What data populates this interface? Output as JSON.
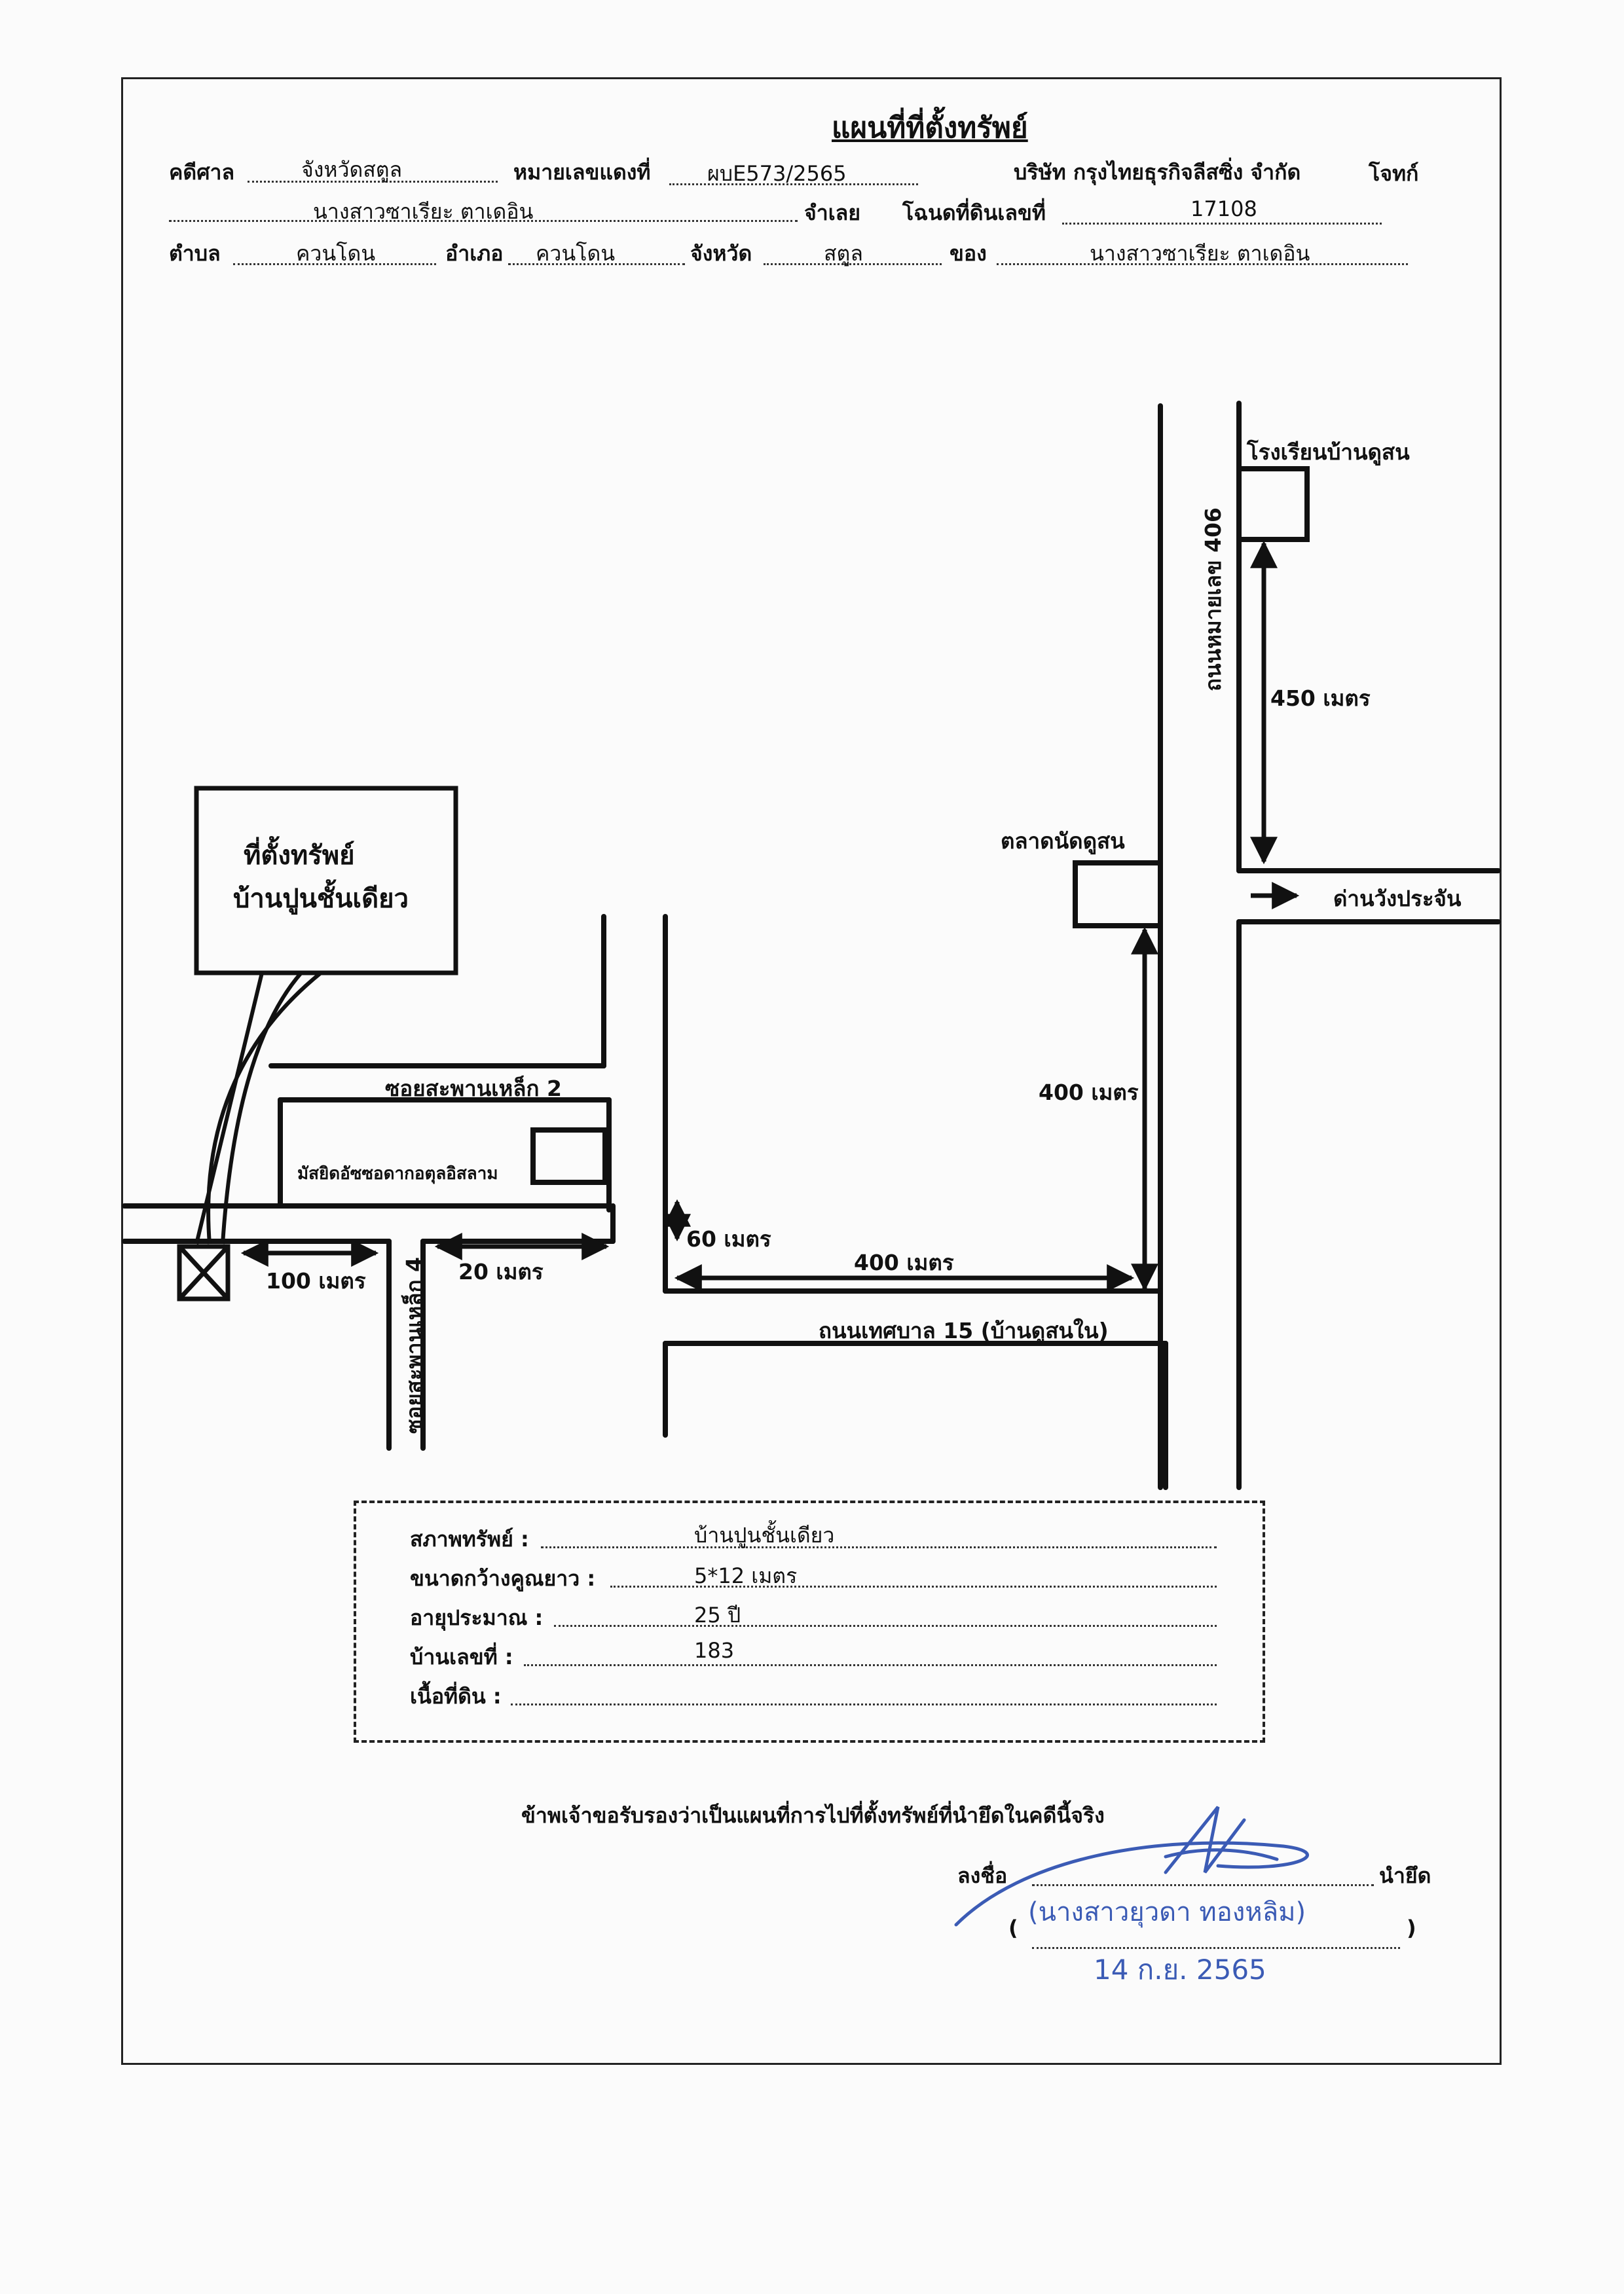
{
  "header": {
    "title": "แผนที่ที่ตั้งทรัพย์",
    "court_label": "คดีศาล",
    "court_value": "จังหวัดสตูล",
    "case_no_label": "หมายเลขแดงที่",
    "case_no_value": "ผบE573/2565",
    "plaintiff_value": "บริษัท กรุงไทยธุรกิจลีสซิ่ง จำกัด",
    "plaintiff_label": "โจทก์",
    "defendant_value": "นางสาวซาเรียะ ตาเดอิน",
    "defendant_label": "จำเลย",
    "deed_label": "โฉนดที่ดินเลขที่",
    "deed_value": "17108",
    "subdistrict_label": "ตำบล",
    "subdistrict_value": "ควนโดน",
    "district_label": "อำเภอ",
    "district_value": "ควนโดน",
    "province_label": "จังหวัด",
    "province_value": "สตูล",
    "owner_label": "ของ",
    "owner_value": "นางสาวซาเรียะ ตาเดอิน"
  },
  "map": {
    "property_box_line1": "ที่ตั้งทรัพย์",
    "property_box_line2": "บ้านปูนชั้นเดียว",
    "school": "โรงเรียนบ้านดูสน",
    "highway": "ถนนหมายเลข 406",
    "dist_450": "450 เมตร",
    "market": "ตลาดนัดดูสน",
    "to_checkpoint": "ด่านวังประจัน",
    "dist_400_vertical": "400 เมตร",
    "soi2": "ซอยสะพานเหล็ก 2",
    "mosque": "มัสยิดอัซซอดากอตุลอิสลาม",
    "dist_60": "60 เมตร",
    "dist_400_horizontal": "400 เมตร",
    "dist_100": "100 เมตร",
    "soi4": "ซอยสะพานเหล็ก 4",
    "dist_20": "20 เมตร",
    "municipal_road": "ถนนเทศบาล 15 (บ้านดูสนใน)"
  },
  "info": {
    "condition_label": "สภาพทรัพย์ :",
    "condition_value": "บ้านปูนชั้นเดียว",
    "size_label": "ขนาดกว้างคูณยาว :",
    "size_value": "5*12 เมตร",
    "age_label": "อายุประมาณ :",
    "age_value": "25 ปี",
    "house_no_label": "บ้านเลขที่ :",
    "house_no_value": "183",
    "land_area_label": "เนื้อที่ดิน :",
    "land_area_value": ""
  },
  "certification": {
    "statement": "ข้าพเจ้าขอรับรองว่าเป็นแผนที่การไปที่ตั้งทรัพย์ที่นำยึดในคดีนี้จริง",
    "sign_label": "ลงชื่อ",
    "role": "นำยึด",
    "open_paren": "(",
    "close_paren": ")",
    "name_stamp": "(นางสาวยุวดา ทองหลิม)",
    "date_stamp": "14 ก.ย. 2565"
  },
  "colors": {
    "ink": "#111111",
    "stamp_blue": "#3b5bb5",
    "paper": "#fbfbfb"
  }
}
